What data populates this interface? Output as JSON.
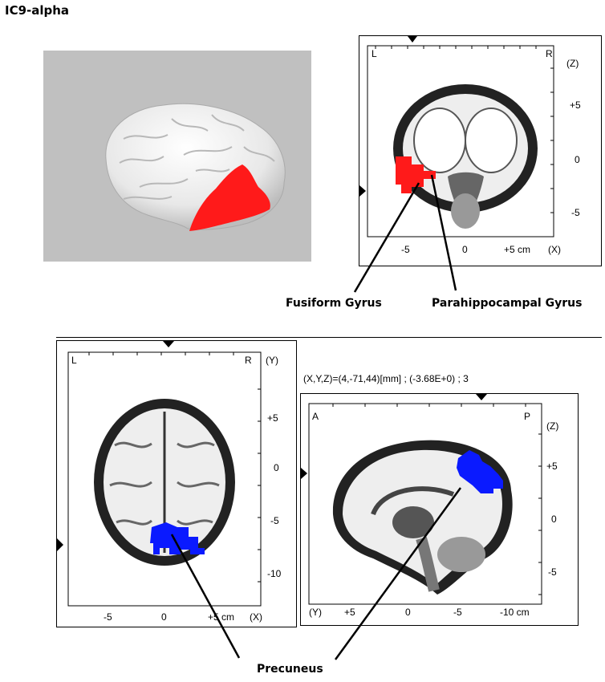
{
  "figure_title": "IC9-alpha",
  "colors": {
    "activation_red": "#ff1a1a",
    "activation_blue": "#0a1aff",
    "render_bg": "#c0c0c0"
  },
  "coronal": {
    "left": "L",
    "right": "R",
    "axis_name": "(Z)",
    "z_ticks": [
      "+5",
      "0",
      "-5"
    ],
    "x_ticks": [
      "-5",
      "0",
      "+5 cm",
      "(X)"
    ]
  },
  "axial": {
    "left": "L",
    "right": "R",
    "axis_name": "(Y)",
    "y_ticks": [
      "+5",
      "0",
      "-5",
      "-10"
    ],
    "x_ticks": [
      "-5",
      "0",
      "+5 cm",
      "(X)"
    ]
  },
  "sagittal": {
    "anterior": "A",
    "posterior": "P",
    "axis_name": "(Z)",
    "z_ticks": [
      "+5",
      "0",
      "-5"
    ],
    "y_ticks": [
      "(Y)",
      "+5",
      "0",
      "-5",
      "-10 cm"
    ]
  },
  "readout": "(X,Y,Z)=(4,-71,44)[mm] ; (-3.68E+0) ; 3",
  "callouts": {
    "fusiform": "Fusiform Gyrus",
    "parahippocampal": "Parahippocampal Gyrus",
    "precuneus": "Precuneus"
  }
}
